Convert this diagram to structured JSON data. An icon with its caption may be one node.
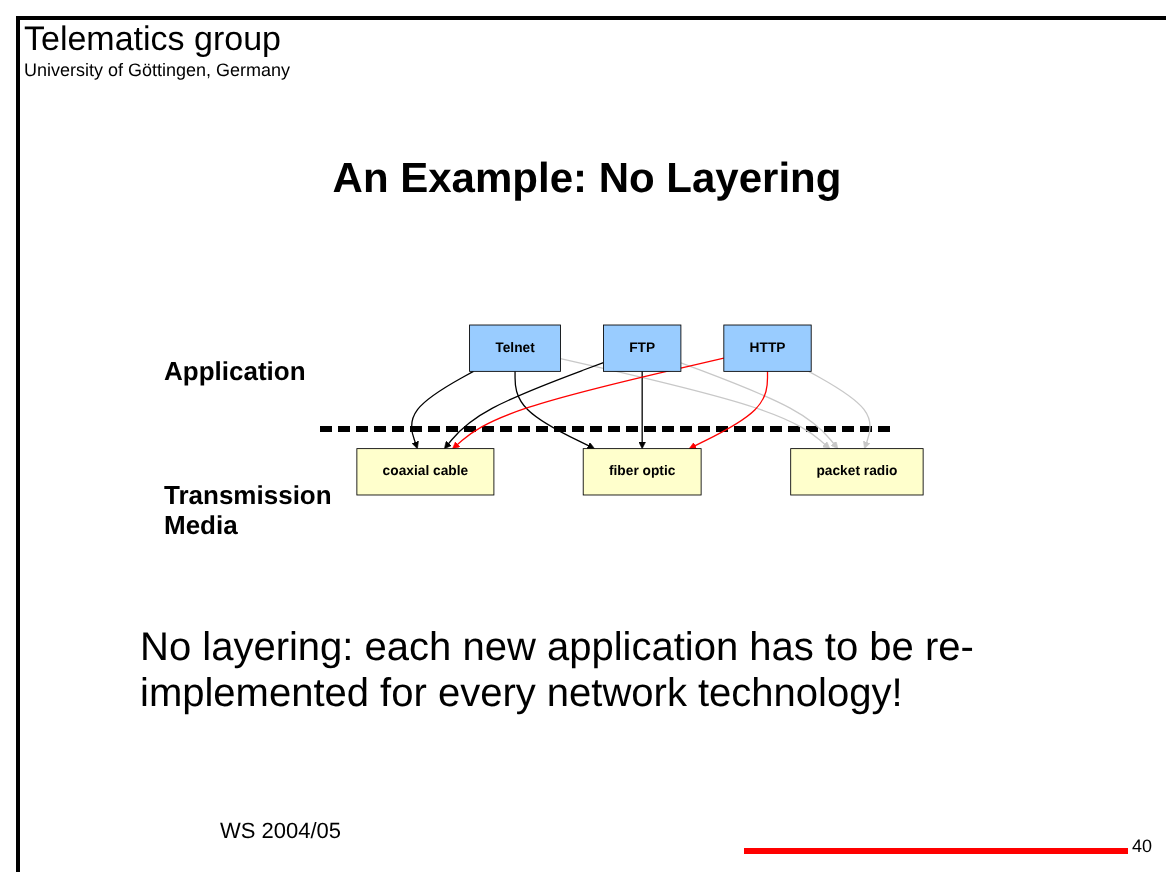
{
  "diagram": {
    "title": "An Example: No Layering",
    "nodes": [
      {
        "text": [
          "Telnet"
        ]
      },
      {
        "text": [
          "FTP"
        ]
      },
      {
        "text": [
          "HTTP"
        ]
      },
      {
        "text": [
          "coaxial cable"
        ]
      },
      {
        "text": [
          "fiber optic"
        ]
      },
      {
        "text": [
          "packet radio"
        ]
      }
    ],
    "edges": [
      {
        "from": 0,
        "to": 3,
        "arrow": "to"
      },
      {
        "from": 0,
        "to": 4,
        "arrow": "to"
      },
      {
        "from": 0,
        "to": 5,
        "arrow": "to",
        "color": "#c8c8c8"
      },
      {
        "from": 1,
        "to": 3,
        "arrow": "to"
      },
      {
        "from": 1,
        "to": 4,
        "arrow": "to"
      },
      {
        "from": 1,
        "to": 5,
        "arrow": "to",
        "color": "#c8c8c8"
      },
      {
        "from": 2,
        "to": 3,
        "arrow": "to",
        "color": "#ff0000"
      },
      {
        "from": 2,
        "to": 4,
        "arrow": "to",
        "color": "#ff0000"
      },
      {
        "from": 2,
        "to": 5,
        "arrow": "to",
        "color": "#c8c8c8"
      }
    ],
    "labels": [
      "Telematics group",
      "University of Göttingen, Germany",
      "Application",
      "Transmission Media",
      "No layering: each new application has to be re-implemented for every network technology!",
      "WS 2004/05",
      "40"
    ]
  }
}
